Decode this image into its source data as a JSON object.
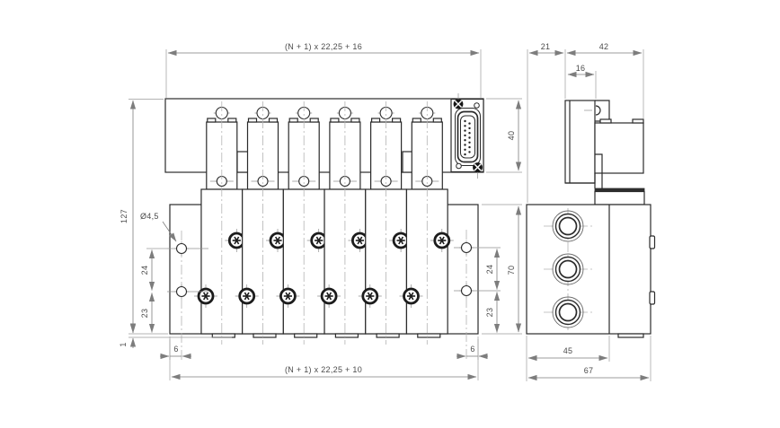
{
  "drawing_title": "valve-manifold-dimensional-drawing",
  "colors": {
    "background": "#ffffff",
    "outline": "#2b2b2b",
    "dimension_line": "#7d7d7d",
    "centerline": "#b3b3b3",
    "text": "#4a4a4a"
  },
  "front_view": {
    "dims": {
      "top_width": "(N + 1) x 22,25 + 16",
      "bottom_width": "(N + 1) x 22,25 + 10",
      "total_height": "127",
      "rail_height": "40",
      "plate_height": "70",
      "hole_spacing_left": "24",
      "hole_bottom_left": "23",
      "hole_spacing_right": "24",
      "hole_bottom_right": "23",
      "hole_inset_left": "6",
      "hole_inset_right": "6",
      "foot_height": "1",
      "hole_diameter": "Ø4,5"
    }
  },
  "side_view": {
    "dims": {
      "offset_left": "21",
      "top_width": "42",
      "solenoid_width": "16",
      "port_section_width": "45",
      "body_width": "67"
    }
  }
}
